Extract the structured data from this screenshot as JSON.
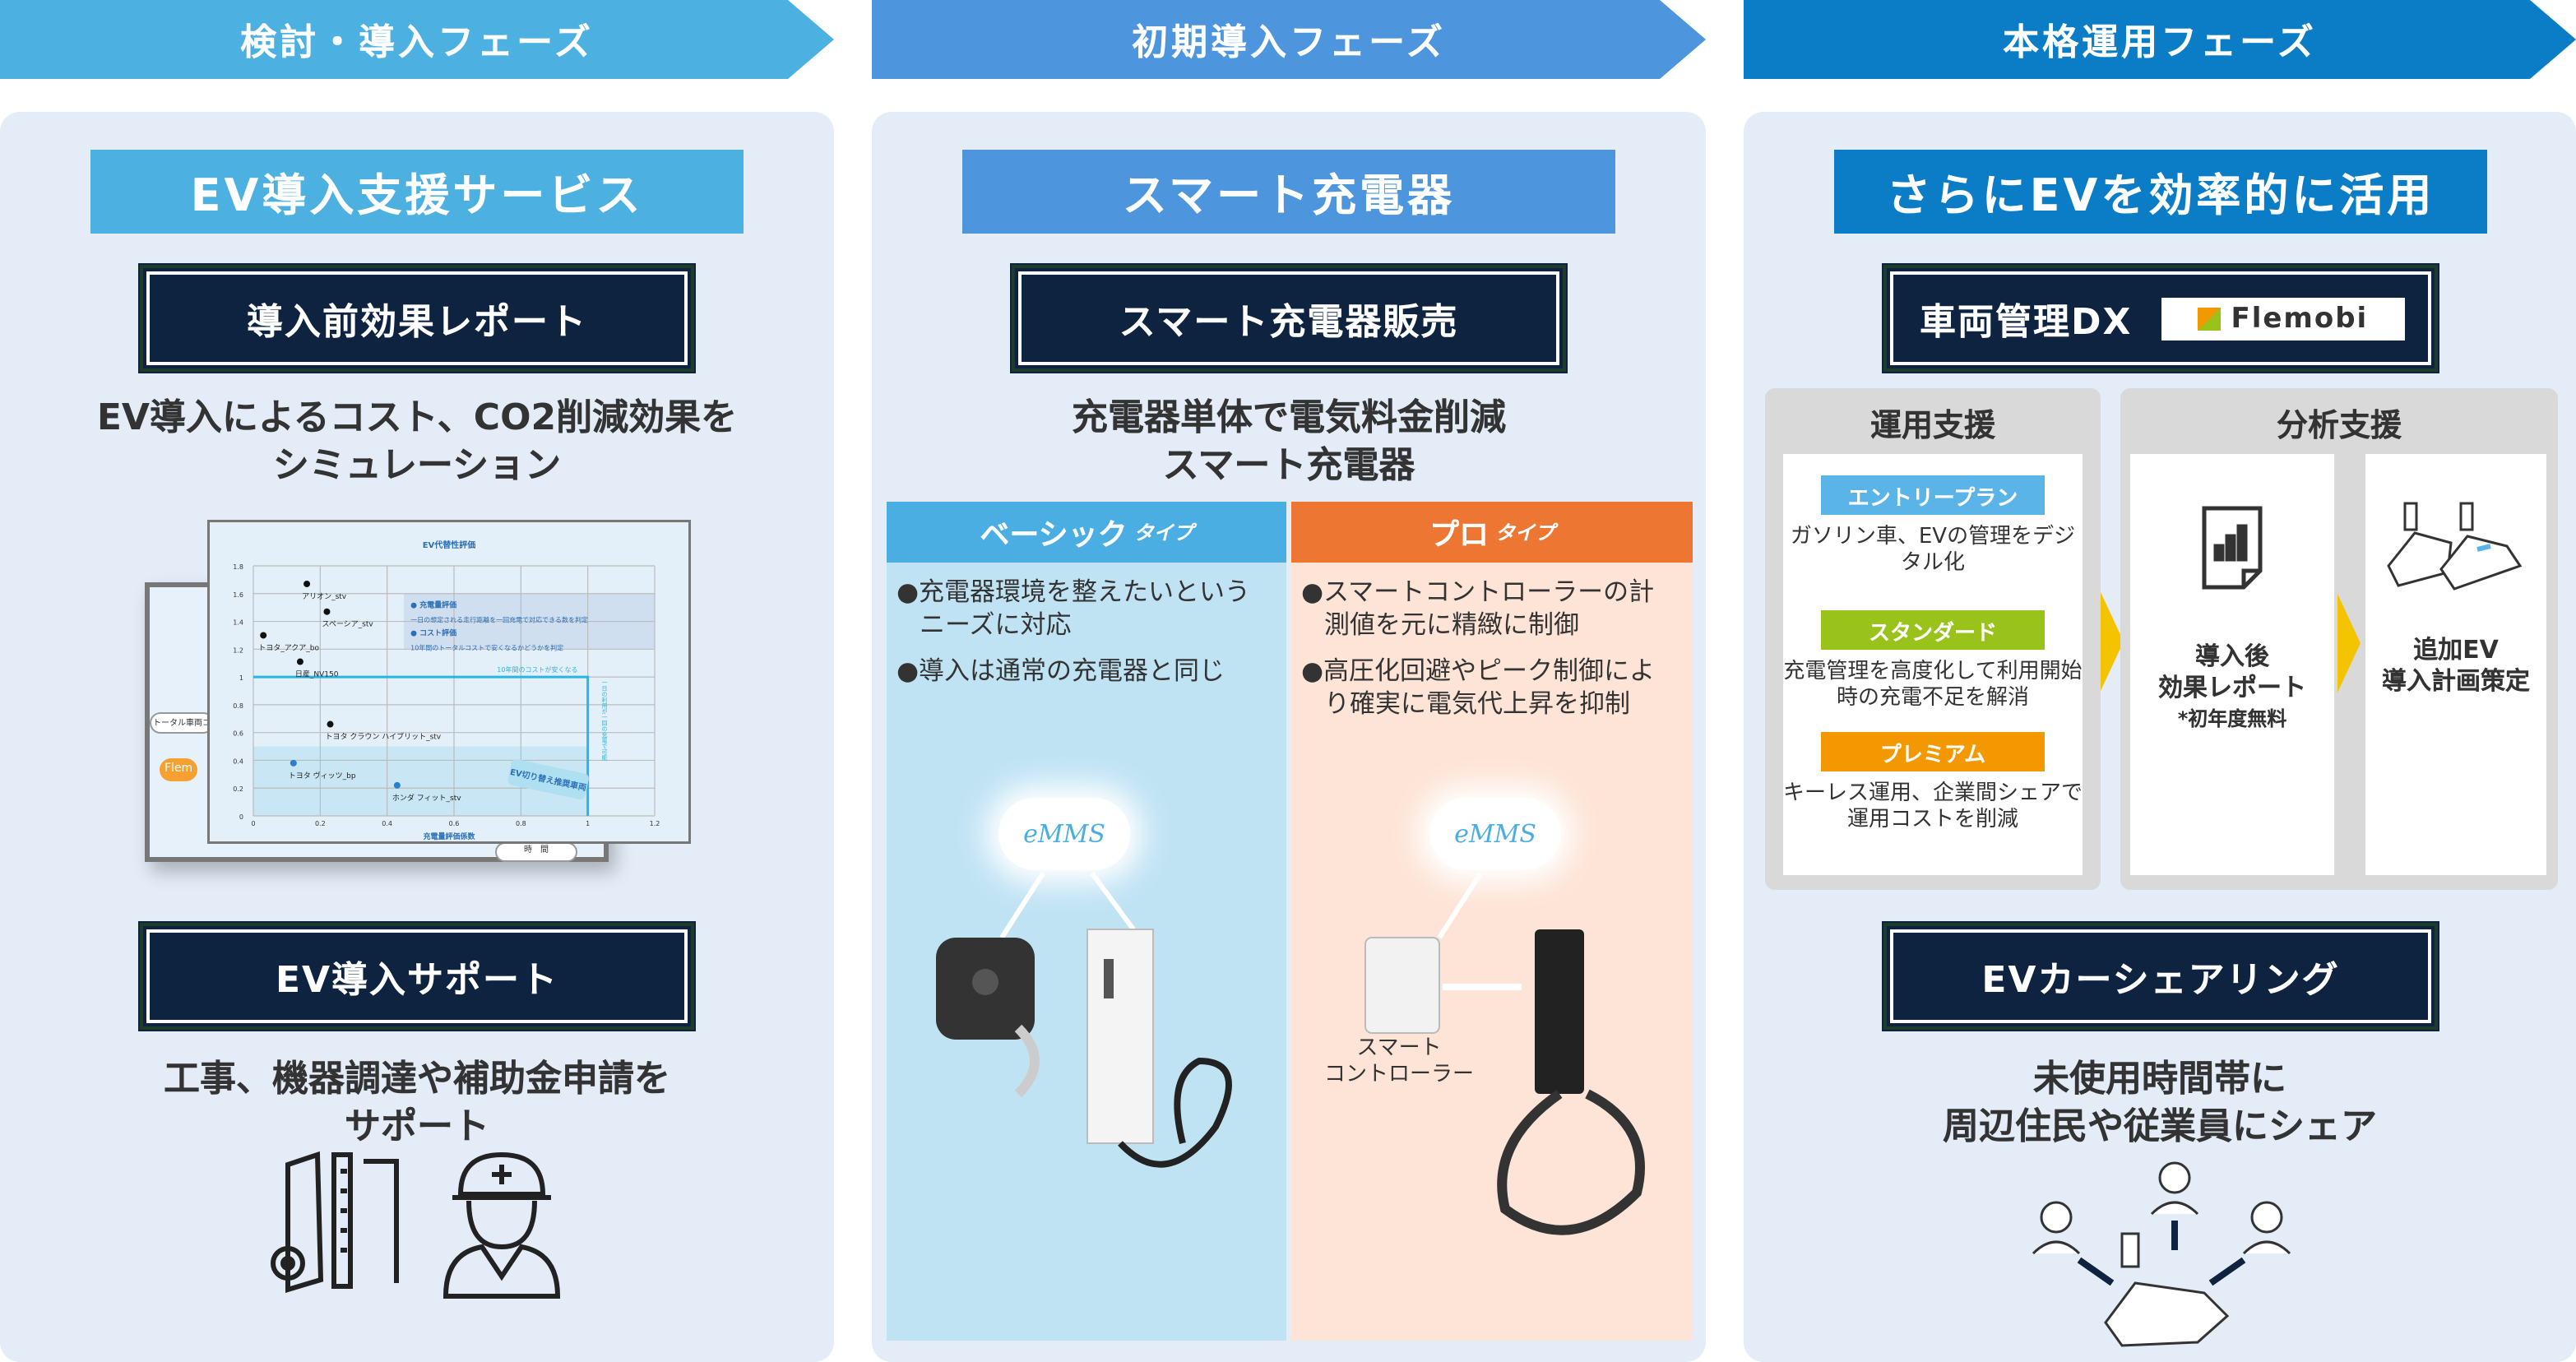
{
  "phases": [
    "検討・導入フェーズ",
    "初期導入フェーズ",
    "本格運用フェーズ"
  ],
  "col1": {
    "title": "EV導入支援サービス",
    "box1": "導入前効果レポート",
    "desc1": [
      "EV導入によるコスト、CO2削減効果を",
      "シミュレーション"
    ],
    "report": {
      "chart_title": "EV代替性評価",
      "xlabel": "充電量評価係数",
      "x_ticks": [
        "0",
        "0.2",
        "0.4",
        "0.6",
        "0.8",
        "1",
        "1.2"
      ],
      "y_ticks": [
        "1.8",
        "1.6",
        "1.4",
        "1.2",
        "1",
        "0.8",
        "0.6",
        "0.4",
        "0.2",
        "0"
      ],
      "points": [
        {
          "label": "アリオン_stv",
          "x": 0.16,
          "y": 1.67,
          "recommended": false
        },
        {
          "label": "スペーシア_stv",
          "x": 0.22,
          "y": 1.47,
          "recommended": false
        },
        {
          "label": "トヨタ_アクア_bo",
          "x": 0.03,
          "y": 1.3,
          "recommended": false
        },
        {
          "label": "日産_NV150",
          "x": 0.14,
          "y": 1.11,
          "recommended": false
        },
        {
          "label": "トヨタ クラウン ハイブリット_stv",
          "x": 0.23,
          "y": 0.66,
          "recommended": false
        },
        {
          "label": "トヨタ ヴィッツ_bp",
          "x": 0.12,
          "y": 0.38,
          "recommended": true
        },
        {
          "label": "ホンダ フィット_stv",
          "x": 0.43,
          "y": 0.22,
          "recommended": true
        }
      ],
      "legend1_title": "● 充電量評価",
      "legend1_text": "一日の想定される走行距離を一回充電で対応できる数を判定",
      "legend2_title": "● コスト評価",
      "legend2_text": "10年間のトータルコストで安くなるかどうかを判定",
      "hline_label": "10年間のコストが安くなる",
      "vline_label": "一日の利用が一回の充電で可能",
      "stamp": "EV切り替え推奨車両",
      "back_label": "トータル車両コ",
      "back_brand": "Flem",
      "back_axis": "時　間"
    },
    "box2": "EV導入サポート",
    "desc2": [
      "工事、機器調達や補助金申請を",
      "サポート"
    ]
  },
  "col2": {
    "title": "スマート充電器",
    "box1": "スマート充電器販売",
    "desc": [
      "充電器単体で電気料金削減",
      "スマート充電器"
    ],
    "basic": {
      "name": "ベーシック",
      "suffix": "タイプ",
      "bullets": [
        "●充電器環境を整えたいというニーズに対応",
        "●導入は通常の充電器と同じ"
      ]
    },
    "pro": {
      "name": "プロ",
      "suffix": "タイプ",
      "bullets": [
        "●スマートコントローラーの計測値を元に精緻に制御",
        "●高圧化回避やピーク制御により確実に電気代上昇を抑制"
      ]
    },
    "cloud": "eMMS",
    "controller": [
      "スマート",
      "コントローラー"
    ]
  },
  "col3": {
    "title": "さらにEVを効率的に活用",
    "box1": "車両管理DX",
    "brand": "Flemobi",
    "ops": {
      "title": "運用支援",
      "plans": [
        {
          "name": "エントリープラン",
          "color": "#5bb4e8",
          "desc": "ガソリン車、EVの管理をデジタル化"
        },
        {
          "name": "スタンダード",
          "color": "#99c31b",
          "desc": "充電管理を高度化して利用開始時の充電不足を解消"
        },
        {
          "name": "プレミアム",
          "color": "#f39800",
          "desc": "キーレス運用、企業間シェアで運用コストを削減"
        }
      ]
    },
    "analysis": {
      "title": "分析支援",
      "card1": [
        "導入後",
        "効果レポート",
        "*初年度無料"
      ],
      "card2": [
        "追加EV",
        "導入計画策定"
      ]
    },
    "box2": "EVカーシェアリング",
    "desc2": [
      "未使用時間帯に",
      "周辺住民や従業員にシェア"
    ]
  }
}
